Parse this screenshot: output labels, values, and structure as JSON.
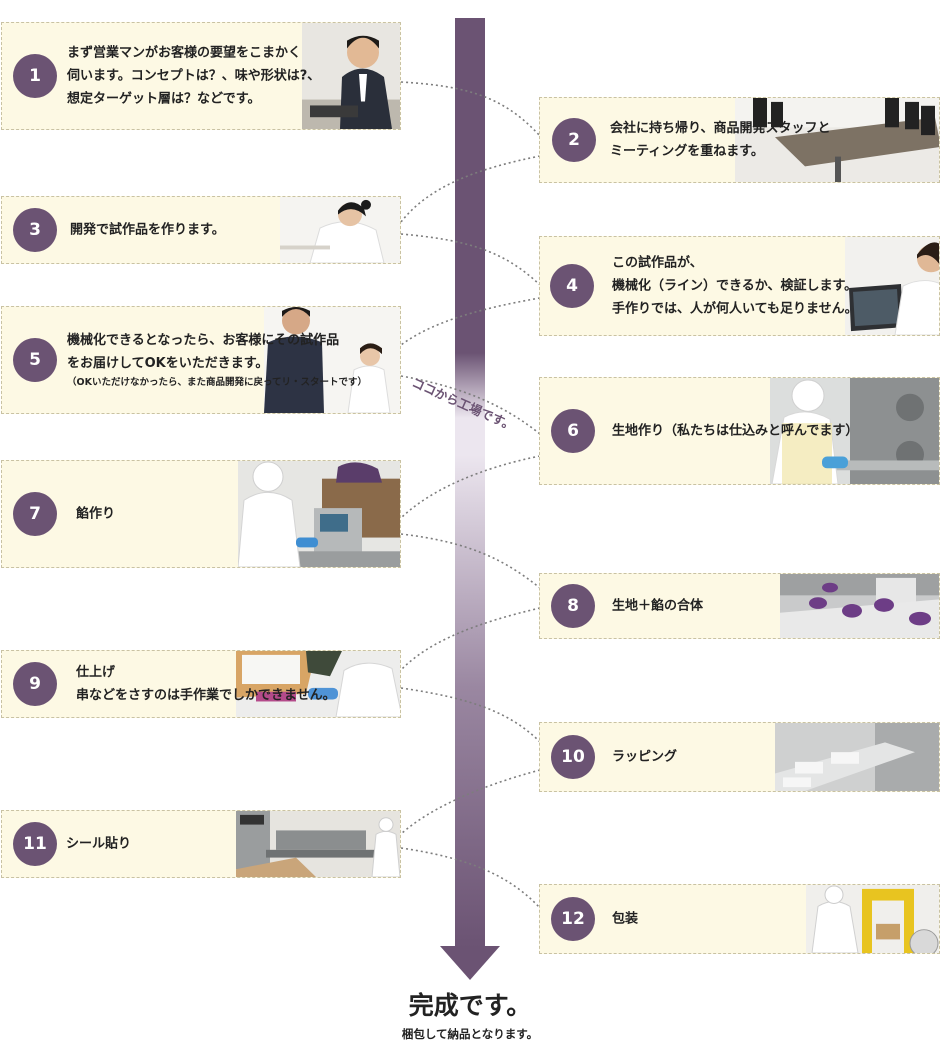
{
  "colors": {
    "accent": "#6b5373",
    "box_bg": "#fdf9e4",
    "box_border": "#c9c2a3",
    "connector": "#7d7d7d"
  },
  "factory_label": "ココから工場です。",
  "steps": [
    {
      "number": "1",
      "lines": [
        "まず営業マンがお客様の要望をこまかく",
        "伺います。コンセプトは？、味や形状は?、",
        "想定ターゲット層は？などです。"
      ],
      "note": ""
    },
    {
      "number": "2",
      "lines": [
        "会社に持ち帰り、商品開発スタッフと",
        "ミーティングを重ねます。"
      ],
      "note": ""
    },
    {
      "number": "3",
      "lines": [
        "開発で試作品を作ります。"
      ],
      "note": ""
    },
    {
      "number": "4",
      "lines": [
        "この試作品が、",
        "機械化（ライン）できるか、検証します。",
        "手作りでは、人が何人いても足りません。"
      ],
      "note": ""
    },
    {
      "number": "5",
      "lines": [
        "機械化できるとなったら、お客様にその試作品",
        "をお届けしてOKをいただきます。"
      ],
      "note": "（OKいただけなかったら、また商品開発に戻ってリ・スタートです）"
    },
    {
      "number": "6",
      "lines": [
        "生地作り（私たちは仕込みと呼んでます）"
      ],
      "note": ""
    },
    {
      "number": "7",
      "lines": [
        "餡作り"
      ],
      "note": ""
    },
    {
      "number": "8",
      "lines": [
        "生地＋餡の合体"
      ],
      "note": ""
    },
    {
      "number": "9",
      "lines": [
        "仕上げ",
        "串などをさすのは手作業でしかできません。"
      ],
      "note": ""
    },
    {
      "number": "10",
      "lines": [
        "ラッピング"
      ],
      "note": ""
    },
    {
      "number": "11",
      "lines": [
        "シール貼り"
      ],
      "note": ""
    },
    {
      "number": "12",
      "lines": [
        "包装"
      ],
      "note": ""
    }
  ],
  "final": {
    "title": "完成です。",
    "subtitle": "梱包して納品となります。"
  }
}
